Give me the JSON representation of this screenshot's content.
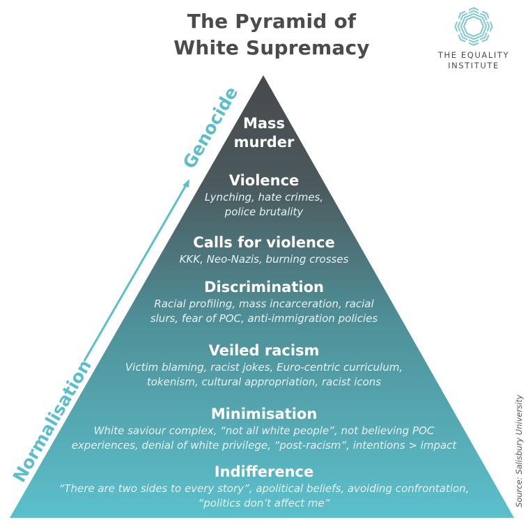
{
  "header": {
    "title_line1": "The Pyramid of",
    "title_line2": "White Supremacy"
  },
  "logo": {
    "icon": "equality-institute-ring-icon",
    "line1": "THE EQUALITY",
    "line2": "INSTITUTE",
    "color": "#7fc9cf"
  },
  "colors": {
    "top": "#48494b",
    "bottom": "#5bc0cc",
    "accent": "#5bbfcb",
    "title": "#4b4b4d"
  },
  "axis": {
    "bottom_label": "Normalisation",
    "top_label": "Genocide",
    "direction": "up"
  },
  "tiers": [
    {
      "heading_lines": [
        "Mass",
        "murder"
      ],
      "examples": []
    },
    {
      "heading_lines": [
        "Violence"
      ],
      "examples": [
        "Lynching, hate crimes,",
        "police brutality"
      ]
    },
    {
      "heading_lines": [
        "Calls for violence"
      ],
      "examples": [
        "KKK, Neo-Nazis, burning crosses"
      ]
    },
    {
      "heading_lines": [
        "Discrimination"
      ],
      "examples": [
        "Racial profiling, mass incarceration, racial",
        "slurs, fear of POC, anti-immigration policies"
      ]
    },
    {
      "heading_lines": [
        "Veiled racism"
      ],
      "examples": [
        "Victim blaming, racist jokes, Euro-centric curriculum,",
        "tokenism, cultural appropriation, racist icons"
      ]
    },
    {
      "heading_lines": [
        "Minimisation"
      ],
      "examples": [
        "White saviour complex, “not all white people”, not believing POC",
        "experiences, denial of white privilege, “post-racism”, intentions > impact"
      ]
    },
    {
      "heading_lines": [
        "Indifference"
      ],
      "examples": [
        "“There are two sides to every story”, apolitical beliefs, avoiding confrontation,",
        "“politics don’t affect me”"
      ]
    }
  ],
  "source": "Source: Salisbury University"
}
